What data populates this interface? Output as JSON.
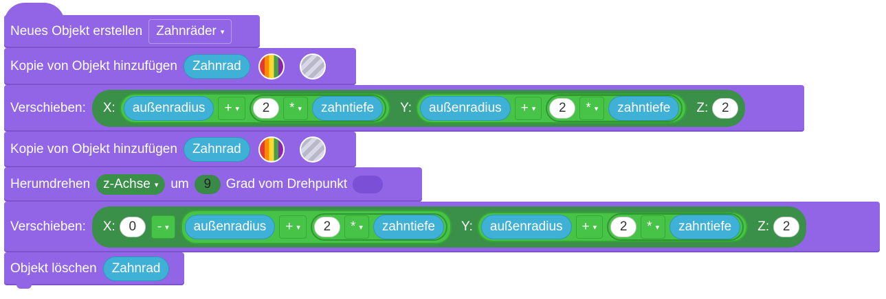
{
  "blocks": {
    "create": {
      "label": "Neues Objekt erstellen",
      "dropdown": "Zahnräder"
    },
    "copy1": {
      "label": "Kopie von Objekt hinzufügen",
      "object": "Zahnrad"
    },
    "move1": {
      "label": "Verschieben:",
      "x_label": "X:",
      "x_var": "außenradius",
      "x_op": "+",
      "x_num": "2",
      "x_op2": "*",
      "x_var2": "zahntiefe",
      "y_label": "Y:",
      "y_var": "außenradius",
      "y_op": "+",
      "y_num": "2",
      "y_op2": "*",
      "y_var2": "zahntiefe",
      "z_label": "Z:",
      "z_num": "2"
    },
    "copy2": {
      "label": "Kopie von Objekt hinzufügen",
      "object": "Zahnrad"
    },
    "rotate": {
      "label": "Herumdrehen",
      "axis": "z-Achse",
      "um": "um",
      "deg": "9",
      "suffix": "Grad vom Drehpunkt"
    },
    "move2": {
      "label": "Verschieben:",
      "x_label": "X:",
      "x_num0": "0",
      "x_op0": "-",
      "x_var": "außenradius",
      "x_op": "+",
      "x_num": "2",
      "x_op2": "*",
      "x_var2": "zahntiefe",
      "y_label": "Y:",
      "y_var": "außenradius",
      "y_op": "+",
      "y_num": "2",
      "y_op2": "*",
      "y_var2": "zahntiefe",
      "z_label": "Z:",
      "z_num": "2"
    },
    "delete": {
      "label": "Objekt löschen",
      "object": "Zahnrad"
    }
  },
  "icons": {
    "dropdown": "▾",
    "color_swatch": "rainbow-swatch-icon",
    "clear_swatch": "transparent-swatch-icon"
  },
  "colors": {
    "block": "#9165e6",
    "variable": "#3fb0d6",
    "operator": "#47c347",
    "operator_dark": "#3a9048"
  }
}
